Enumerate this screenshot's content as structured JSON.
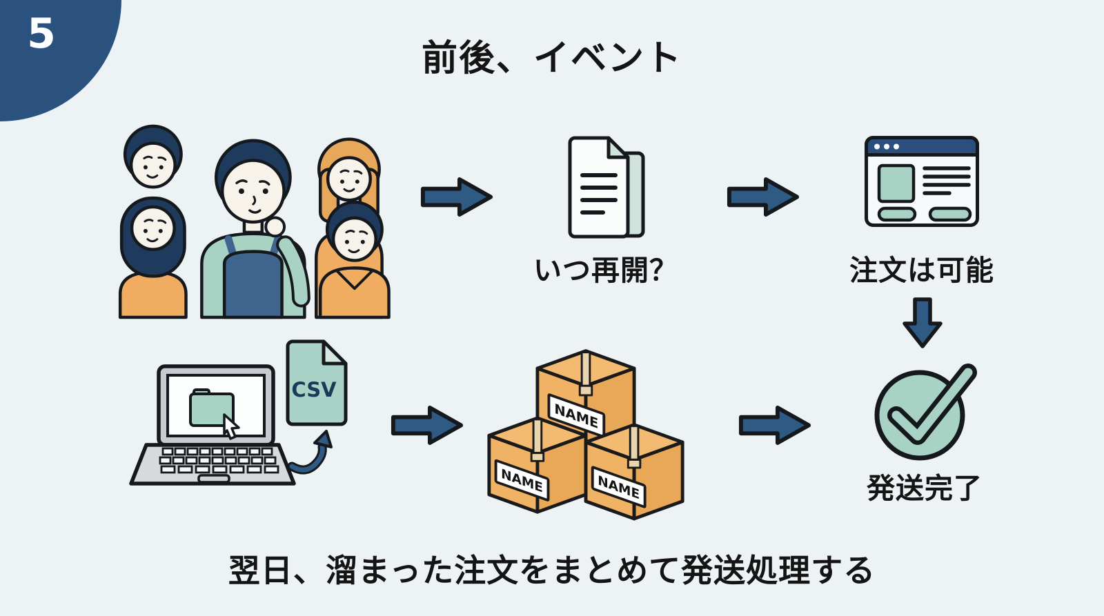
{
  "badge": {
    "number": "5"
  },
  "title": "前後、イベント",
  "caption": "翌日、溜まった注文をまとめて発送処理する",
  "labels": {
    "question": "いつ再開？",
    "order_possible": "注文は可能",
    "shipping_done": "発送完了"
  },
  "csv": {
    "label": "CSV"
  },
  "boxes": {
    "labels": [
      "NAME",
      "NAME",
      "NAME"
    ]
  },
  "colors": {
    "background": "#edf2f5",
    "accent_navy": "#2b527f",
    "arrow_blue": "#2e5a84",
    "teal": "#a8d2c3",
    "box_orange": "#f0b264",
    "text": "#141414"
  }
}
